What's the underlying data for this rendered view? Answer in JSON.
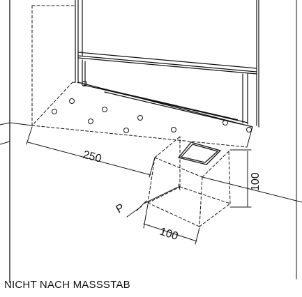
{
  "dimensions": {
    "width_label": "250",
    "depth_label": "100",
    "height_label": "100",
    "point_label": "P"
  },
  "caption": "NICHT NACH MASSSTAB"
}
